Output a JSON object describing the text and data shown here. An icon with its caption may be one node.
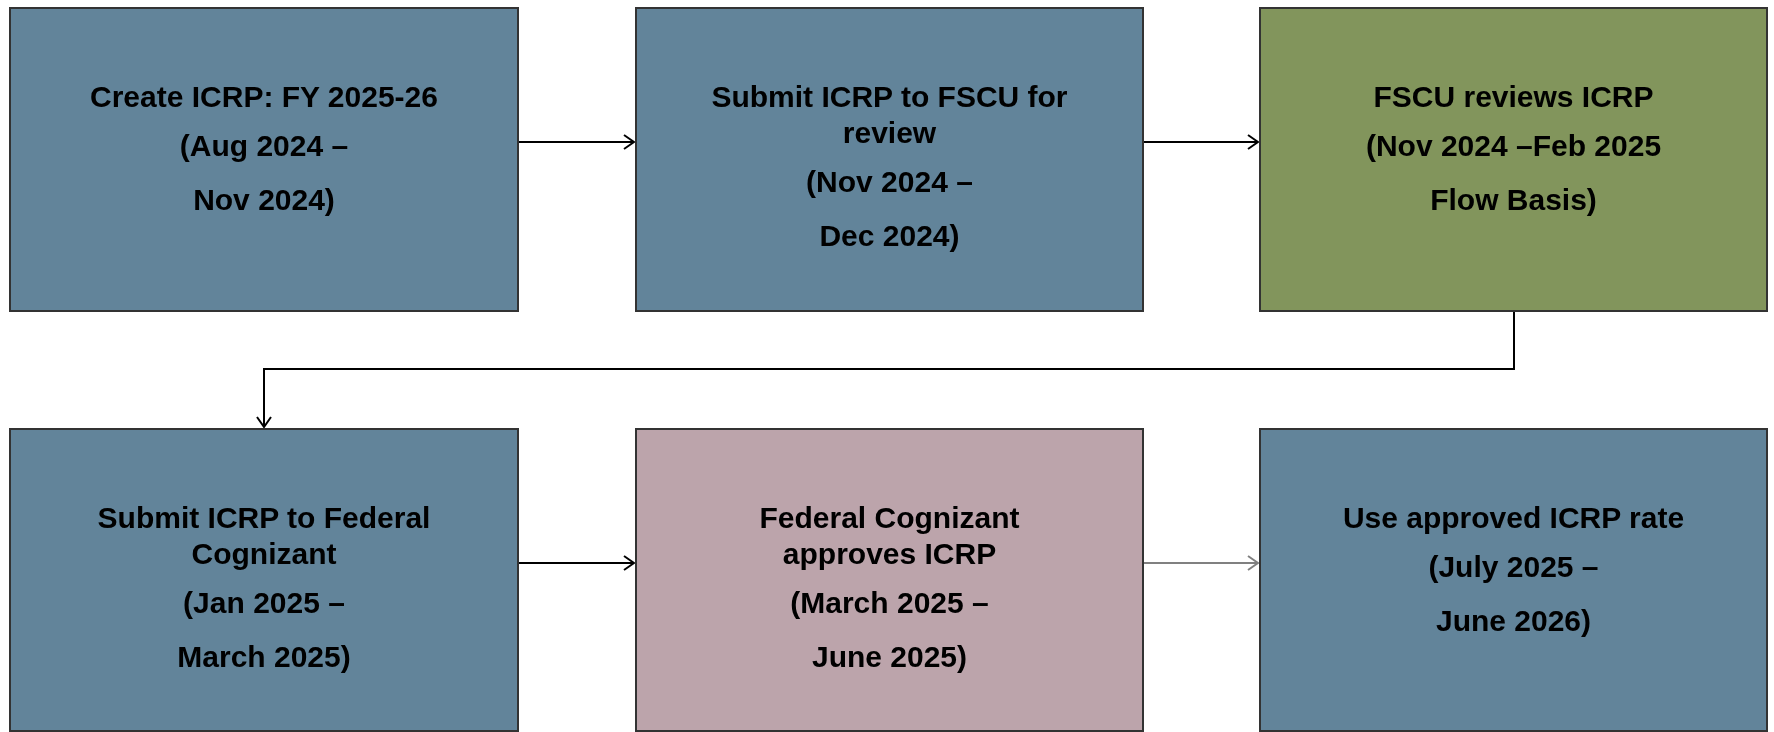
{
  "diagram": {
    "nodes": [
      {
        "text": [
          "Create ICRP: FY 2025-26",
          "(Aug 2024 – Nov 2024)"
        ]
      },
      {
        "text": [
          "Submit ICRP to FSCU for review",
          "(Nov 2024 – Dec 2024)"
        ]
      },
      {
        "text": [
          "FSCU reviews ICRP",
          "(Nov 2024 –Feb 2025 Flow Basis)"
        ]
      },
      {
        "text": [
          "Submit ICRP to Federal Cognizant",
          "(Jan 2025 – March 2025)"
        ]
      },
      {
        "text": [
          "Federal Cognizant approves ICRP",
          "(March 2025 – June 2025)"
        ]
      },
      {
        "text": [
          "Use approved ICRP rate",
          "(July 2025 – June 2026)"
        ]
      }
    ],
    "edges": [
      {
        "from": 0,
        "to": 1,
        "arrow": "to"
      },
      {
        "from": 1,
        "to": 2,
        "arrow": "to"
      },
      {
        "from": 2,
        "to": 3,
        "arrow": "to"
      },
      {
        "from": 3,
        "to": 4,
        "arrow": "to"
      },
      {
        "from": 4,
        "to": 5,
        "arrow": "to",
        "color": "#808080"
      }
    ]
  }
}
